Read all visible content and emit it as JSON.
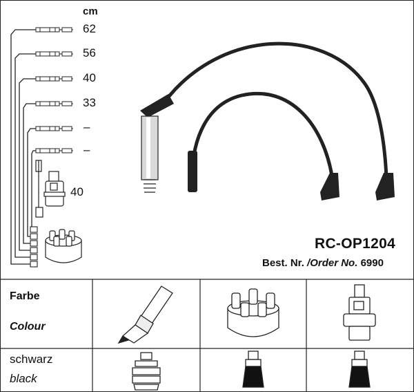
{
  "diagram": {
    "unit_label": "cm",
    "cable_lengths": [
      "62",
      "56",
      "40",
      "33",
      "–",
      "–"
    ],
    "coil_length": "40",
    "part_number": "RC-OP1204",
    "order_prefix": "Best. Nr.",
    "order_separator": "/",
    "order_label_en": "Order No.",
    "order_number": "6990"
  },
  "table": {
    "header_de": "Farbe",
    "header_en": "Colour",
    "color_de": "schwarz",
    "color_en": "black",
    "icons": [
      "spark-plug-icon",
      "distributor-cap-icon",
      "ignition-coil-icon"
    ],
    "boot_icons": [
      "boot-rubber-icon",
      "boot-black-icon",
      "boot-black-icon"
    ]
  }
}
